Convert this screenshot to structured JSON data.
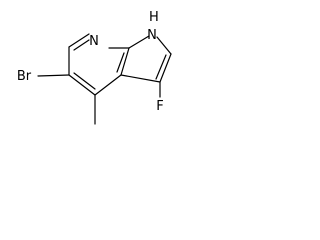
{
  "molecule": {
    "atoms": {
      "pyridine_n": "N",
      "pyrrole_nh": "H\nN",
      "bromine": "Br",
      "fluorine": "F"
    }
  }
}
